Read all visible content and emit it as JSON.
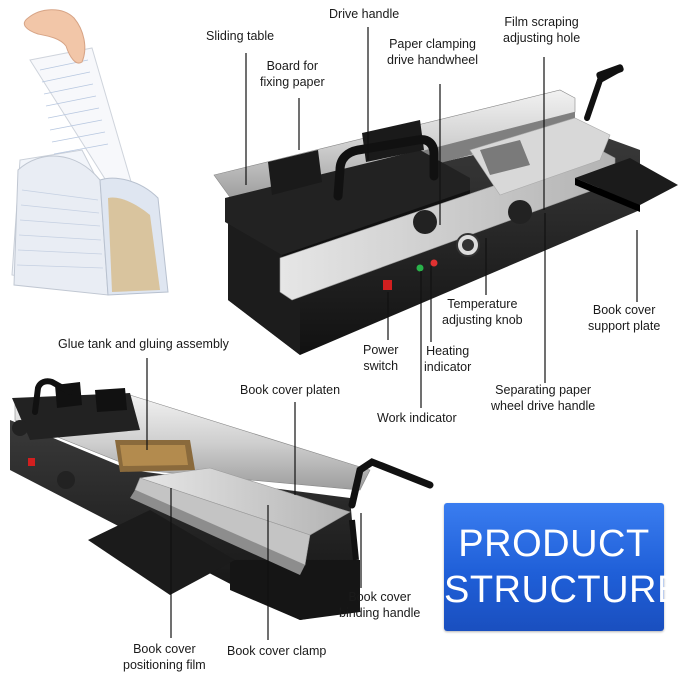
{
  "labels": {
    "sliding_table": "Sliding table",
    "drive_handle": "Drive handle",
    "film_scraping": [
      "Film scraping",
      "adjusting hole"
    ],
    "board_fixing": [
      "Board for",
      "fixing paper"
    ],
    "paper_clamping": [
      "Paper clamping",
      "drive handwheel"
    ],
    "temperature_knob": [
      "Temperature",
      "adjusting knob"
    ],
    "book_cover_support": [
      "Book cover",
      "support plate"
    ],
    "power_switch": [
      "Power",
      "switch"
    ],
    "heating_indicator": [
      "Heating",
      "indicator"
    ],
    "separating_wheel": [
      "Separating paper",
      "wheel drive handle"
    ],
    "work_indicator": "Work indicator",
    "glue_tank": "Glue tank and gluing assembly",
    "book_cover_platen": "Book cover platen",
    "book_cover_binding": [
      "Book cover",
      "binding handle"
    ],
    "book_cover_positioning": [
      "Book cover",
      "positioning film"
    ],
    "book_cover_clamp": "Book cover clamp"
  },
  "badge": {
    "line1": "PRODUCT",
    "line2": "STRUCTURE",
    "color": "#1f5fd8"
  }
}
